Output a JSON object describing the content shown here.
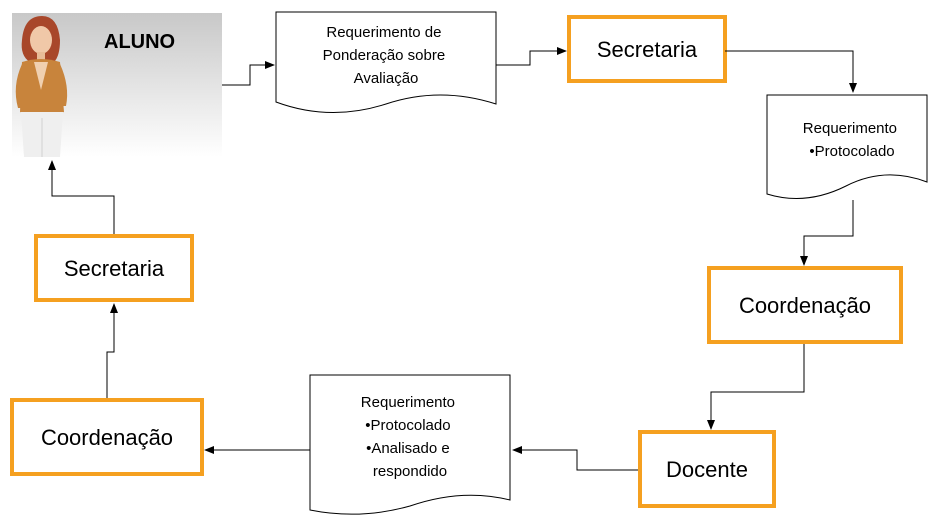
{
  "actor": {
    "label": "ALUNO",
    "image": "student-avatar"
  },
  "documents": {
    "initial_request": [
      "Requerimento de",
      "Ponderação sobre",
      "Avaliação"
    ],
    "protocoled_request": [
      "Requerimento",
      "•Protocolado"
    ],
    "answered_request": [
      "Requerimento",
      "•Protocolado",
      "•Analisado e",
      "respondido"
    ]
  },
  "boxes": {
    "secretaria_top": "Secretaria",
    "coordenacao_right": "Coordenação",
    "docente": "Docente",
    "coordenacao_left": "Coordenação",
    "secretaria_left": "Secretaria"
  },
  "colors": {
    "box_border": "#F5A020",
    "line": "#000000"
  }
}
